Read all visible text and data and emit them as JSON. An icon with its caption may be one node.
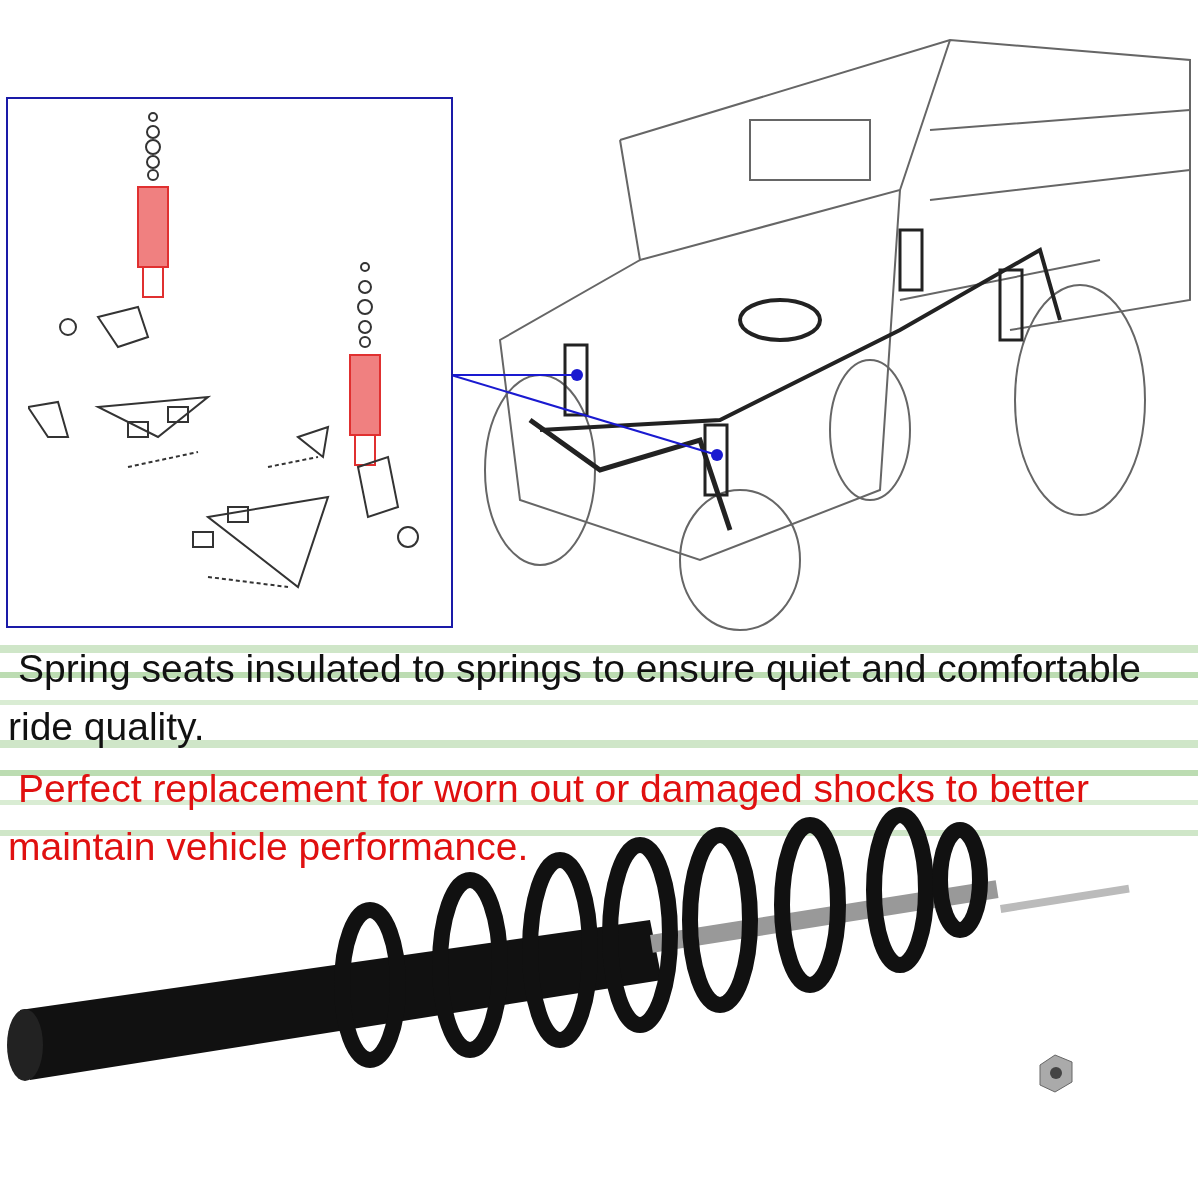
{
  "diagram": {
    "nodes": [
      {
        "text": [],
        "shape": "picture"
      },
      {
        "text": [],
        "shape": "circle"
      },
      {
        "text": [],
        "shape": "circle"
      }
    ],
    "edges": [
      {
        "from": 0,
        "to": 1,
        "arrow": "none"
      },
      {
        "from": 0,
        "to": 2,
        "arrow": "none"
      }
    ],
    "labels": [
      "Spring seats insulated to springs to ensure quiet and comfortable ride quality.",
      "Perfect replacement for worn out or damaged shocks to better maintain vehicle performance."
    ]
  }
}
